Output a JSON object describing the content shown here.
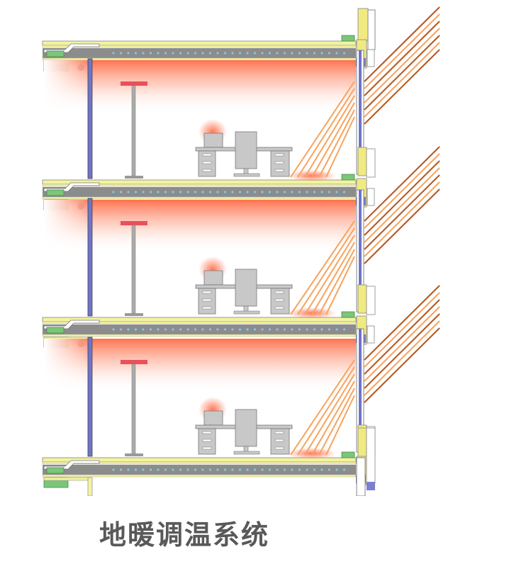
{
  "caption": "地暖调温系统",
  "floors": [
    {
      "level": 1,
      "elements": [
        "slab",
        "floor-heating-pipe-row",
        "radiant-heat-zone",
        "ceiling-lamp",
        "office-desk",
        "computer-monitor",
        "drawer-cabinet",
        "facade-sunshade-louvers",
        "solar-rays"
      ]
    },
    {
      "level": 2,
      "elements": [
        "slab",
        "floor-heating-pipe-row",
        "radiant-heat-zone",
        "ceiling-lamp",
        "office-desk",
        "computer-monitor",
        "drawer-cabinet",
        "facade-sunshade-louvers",
        "solar-rays"
      ]
    },
    {
      "level": 3,
      "elements": [
        "slab",
        "floor-heating-pipe-row",
        "radiant-heat-zone",
        "ceiling-lamp",
        "office-desk",
        "computer-monitor",
        "drawer-cabinet",
        "facade-sunshade-louvers",
        "solar-rays"
      ]
    }
  ],
  "colors": {
    "slab_top": "#f3f3a0",
    "slab_mid": "#8c8c8c",
    "pipe_dot": "#7ec8f0",
    "heat_glow": "#ff7a55",
    "lamp": "#e8505a",
    "furniture": "#c8c8c8",
    "window_column": "#6f74c9",
    "sun_ray_light": "#f7a35c",
    "sun_ray_dark": "#b5551e",
    "facade_panel": "#f1ea80",
    "connector_green": "#7bc67b",
    "caption_text": "#595959"
  }
}
